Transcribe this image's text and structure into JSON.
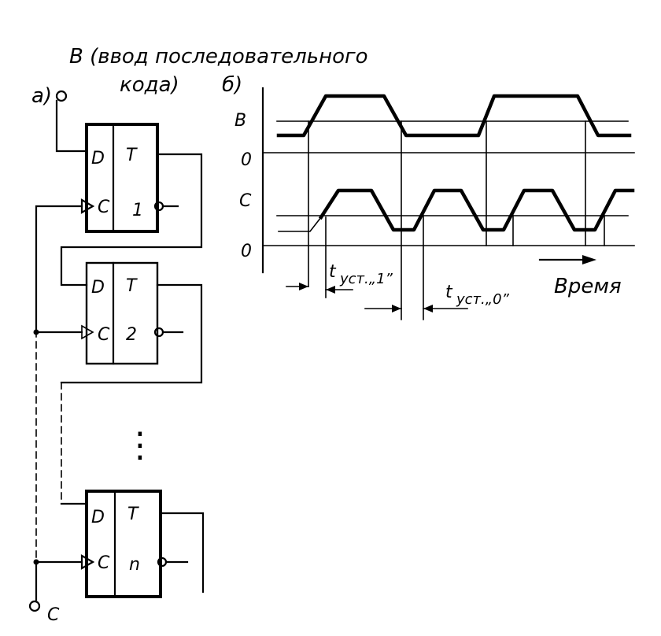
{
  "caption": {
    "line1": "В (ввод последовательного",
    "line2": "кода)"
  },
  "panel_a": "a)",
  "panel_b": "б)",
  "input_c": "C",
  "flipflops": [
    {
      "d": "D",
      "c": "C",
      "t": "T",
      "n": "1"
    },
    {
      "d": "D",
      "c": "C",
      "t": "T",
      "n": "2"
    },
    {
      "d": "D",
      "c": "C",
      "t": "T",
      "n": "n"
    }
  ],
  "ellipsis": "⋮",
  "timing": {
    "b_label": "B",
    "zero1": "0",
    "c_label": "C",
    "zero2": "0",
    "t_setup_1": "t",
    "t_setup_1_sub": "уст.„1”",
    "t_setup_0": "t",
    "t_setup_0_sub": "уст.„0”",
    "time_label": "Время"
  }
}
